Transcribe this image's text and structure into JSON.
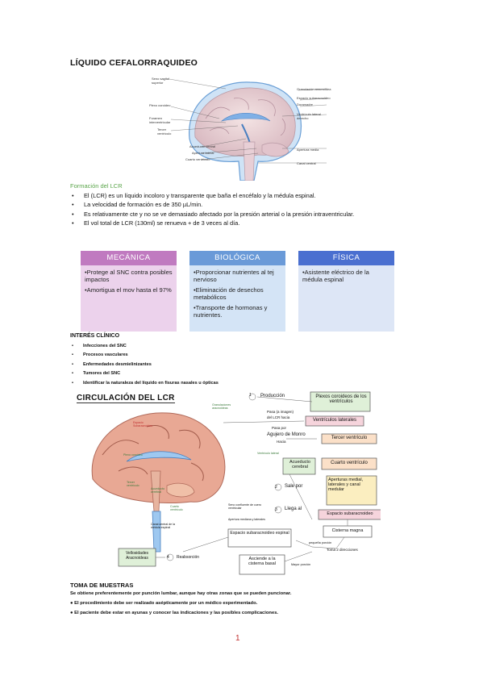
{
  "title": "LÍQUIDO CEFALORRAQUIDEO",
  "fig1_labels": {
    "seno": "Seno sagital superior",
    "plexos": "Plexo coroideo",
    "foramen": "Foramen interventricular",
    "tercer": "Tercer ventrículo",
    "acueducto": "Acueducto central",
    "apertura_lateral": "Apertura lateral",
    "cuarto": "Cuarto ventrículo",
    "granulacion": "Granulación aracnoidea",
    "espacio": "Espacio subaracnoideo",
    "duramadre": "Duramadre",
    "ventriculo_lateral": "Ventrículo lateral derecho",
    "apertura_media": "Apertura media",
    "canal": "Canal central"
  },
  "formacion": {
    "heading": "Formación del LCR",
    "items": [
      "El (LCR) es un líquido incoloro y transparente que baña el encéfalo y la médula espinal.",
      "La velocidad de formación es de 350 µL/min.",
      "Es relativamente cte y no se ve demasiado afectado por la presión arterial o la presión intraventricular.",
      "El vol total de LCR (130ml) se renueva + de 3 veces al día."
    ]
  },
  "boxes": [
    {
      "title": "MECÁNICA",
      "color": "#c07ac0",
      "bg": "#ecd2ec",
      "items": [
        "•Protege al SNC contra posibles impactos",
        "•Amortigua el mov hasta el 97%"
      ]
    },
    {
      "title": "BIOLÓGICA",
      "color": "#6a9ad8",
      "bg": "#d4e4f6",
      "items": [
        "•Proporcionar nutrientes al tej nervioso",
        "•Eliminación de desechos metabólicos",
        "•Transporte de hormonas y nutrientes."
      ]
    },
    {
      "title": "FÍSICA",
      "color": "#4a6fd0",
      "bg": "#dde6f6",
      "items": [
        "•Asistente eléctrico de la médula espinal"
      ]
    }
  ],
  "interes": {
    "heading": "INTERÉS CLÍNICO",
    "items": [
      "Infecciones del SNC",
      "Procesos vasculares",
      "Enfermedades desmielinizantes",
      "Tumores del SNC",
      "Identificar la naturaleza del líquido en fisuras nasales u ópticas"
    ]
  },
  "circ": {
    "title": "CIRCULACIÓN DEL LCR",
    "produccion": "Producción",
    "plexos_box": "Plexos coroideos de los ventrículos",
    "pasa_imagen": "Pasa (a imagen)",
    "del_lcr_hacia": "del LCR hacia",
    "ventriculos_laterales": "Ventrículos laterales",
    "pasa_por": "Pasa por",
    "agujero": "Agujero de Monro",
    "hacia": "Hacia",
    "tercer": "Tercer ventrículo",
    "acueducto": "Acueducto cerebral",
    "cuarto": "Cuarto ventrículo",
    "sale_por": "Sale por",
    "aperturas": "Aperturas medial, laterales y canal medular",
    "llega_al": "Llega al",
    "espacio_sub": "Espacio subaracnoideo",
    "cisterna_magna": "Cisterna magna",
    "pequena_porcion": "pequeña porción",
    "toma_direcciones": "Toma 2 direcciones",
    "espacio_espinal": "Espacio subaracnoideo espinal",
    "asciende": "Asciende a la cisterna basal",
    "mayor_porcion": "Mayor porción",
    "reabsorcion": "Reabsorción",
    "vellosidades": "Vellosidades Aracnoideas",
    "brain_labels": {
      "granulaciones": "Granulaciones aracnoideas",
      "espacio_sub": "Espacio Subaracnoideo",
      "plexo_coroideo": "Plexo coroideo",
      "ventriculo_lateral": "Ventrículo lateral",
      "tercer": "Tercer ventrículo",
      "acueducto": "Acueducto cerebral",
      "cuarto": "Cuarto ventrículo",
      "canal": "Canal central de la médula espinal",
      "cisterna": "Seno confluente de cuero ventricular",
      "apertura": "Apertura mediana y laterales"
    },
    "num1": "1",
    "num2": "2",
    "num3": "3",
    "num4": "4"
  },
  "toma": {
    "heading": "TOMA DE MUESTRAS",
    "lines": [
      "Se obtiene preferentemente por punción lumbar, aunque hay otras zonas que se pueden puncionar.",
      "● El procedimiento debe ser realizado asépticamente por un médico experimentado.",
      "● El paciente debe estar en ayunas y conocer las indicaciones y las posibles complicaciones."
    ]
  },
  "page_number": "1"
}
